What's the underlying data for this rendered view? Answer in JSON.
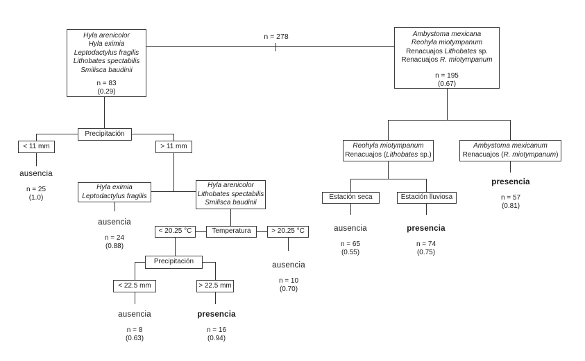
{
  "figure": {
    "type": "classification-decision-tree",
    "root_label": "n = 278",
    "left_root": {
      "species": [
        "Hyla arenicolor",
        "Hyla eximia",
        "Leptodactylus fragilis",
        "Lithobates spectabilis",
        "Smilisca baudinii"
      ],
      "n": "n = 83",
      "p": "(0.29)"
    },
    "right_root": {
      "line1": "Ambystoma mexicana",
      "line2": "Reohyla miotympanum",
      "line3_plain": "Renacuajos ",
      "line3_italic": "Lithobates",
      "line3_suffix": " sp.",
      "line4_plain": "Renacuajos ",
      "line4_italic": "R. miotympanum",
      "n": "n = 195",
      "p": "(0.67)"
    },
    "split_precipitacion1": {
      "label": "Precipitación",
      "left": "< 11 mm",
      "right": "> 11 mm"
    },
    "leaf_lt11": {
      "outcome": "ausencia",
      "n": "n = 25",
      "p": "(1.0)"
    },
    "node_eximia": {
      "species": [
        "Hyla eximia",
        "Leptodactylus fragilis"
      ]
    },
    "leaf_eximia": {
      "outcome": "ausencia",
      "n": "n = 24",
      "p": "(0.88)"
    },
    "node_arenicolor": {
      "species": [
        "Hyla arenicolor",
        "Lithobates spectabilis",
        "Smilisca baudinii"
      ]
    },
    "split_temperatura": {
      "label": "Temperatura",
      "left": "< 20.25 °C",
      "right": "> 20.25 °C"
    },
    "leaf_gt2025": {
      "outcome": "ausencia",
      "n": "n = 10",
      "p": "(0.70)"
    },
    "split_precipitacion2": {
      "label": "Precipitación",
      "left": "< 22.5 mm",
      "right": "> 22.5 mm"
    },
    "leaf_lt225": {
      "outcome": "ausencia",
      "n": "n = 8",
      "p": "(0.63)"
    },
    "leaf_gt225": {
      "outcome": "presencia",
      "n": "n = 16",
      "p": "(0.94)"
    },
    "node_reohyla": {
      "line1": "Reohyla miotympanum",
      "line2_plain": "Renacuajos (",
      "line2_italic": "Lithobates",
      "line2_suffix": " sp.)"
    },
    "node_ambystoma": {
      "line1": "Ambystoma mexicanum",
      "line2_plain": "Renacuajos (",
      "line2_italic": "R. miotympanum",
      "line2_suffix": ")"
    },
    "split_estacion": {
      "left": "Estación seca",
      "right": "Estación lluviosa"
    },
    "leaf_seca": {
      "outcome": "ausencia",
      "n": "n = 65",
      "p": "(0.55)"
    },
    "leaf_lluviosa": {
      "outcome": "presencia",
      "n": "n = 74",
      "p": "(0.75)"
    },
    "leaf_ambystoma": {
      "outcome": "presencia",
      "n": "n = 57",
      "p": "(0.81)"
    }
  },
  "colors": {
    "background": "#ffffff",
    "line": "#333333",
    "border": "#3c3c3c",
    "text": "#1a1a1a"
  }
}
